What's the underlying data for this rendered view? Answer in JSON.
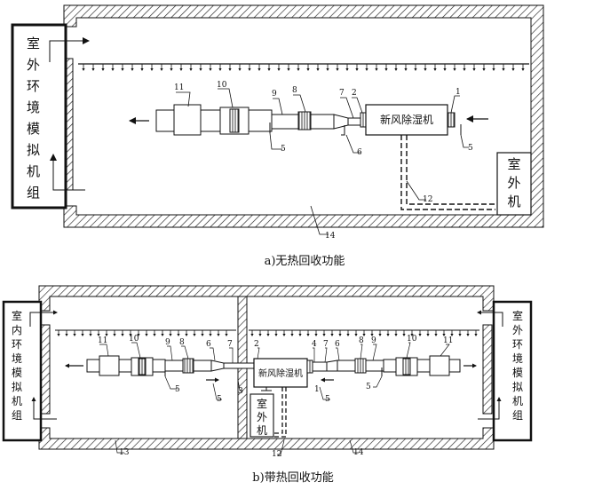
{
  "diagram_a": {
    "caption": "a)无热回收功能",
    "outdoor_sim_unit": "室外环境模拟机组",
    "outdoor_unit": "室外机",
    "dehumidifier": "新风除湿机",
    "labels": {
      "n1": "1",
      "n2": "2",
      "n5a": "5",
      "n5b": "5",
      "n6": "6",
      "n7": "7",
      "n8": "8",
      "n9": "9",
      "n10": "10",
      "n11": "11",
      "n12": "12",
      "n14": "14"
    }
  },
  "diagram_b": {
    "caption": "b)带热回收功能",
    "indoor_sim_unit": "室内环境模拟机组",
    "outdoor_sim_unit": "室外环境模拟机组",
    "outdoor_unit": "室外机",
    "dehumidifier": "新风除湿机",
    "labels": {
      "l11": "11",
      "l10": "10",
      "l9": "9",
      "l8": "8",
      "l6": "6",
      "l7": "7",
      "l2": "2",
      "l5": "5",
      "l3": "3",
      "l13": "13",
      "r4": "4",
      "r7": "7",
      "r6": "6",
      "r8": "8",
      "r9": "9",
      "r10": "10",
      "r11": "11",
      "r1": "1",
      "r5": "5",
      "r14": "14",
      "n12": "12"
    }
  }
}
